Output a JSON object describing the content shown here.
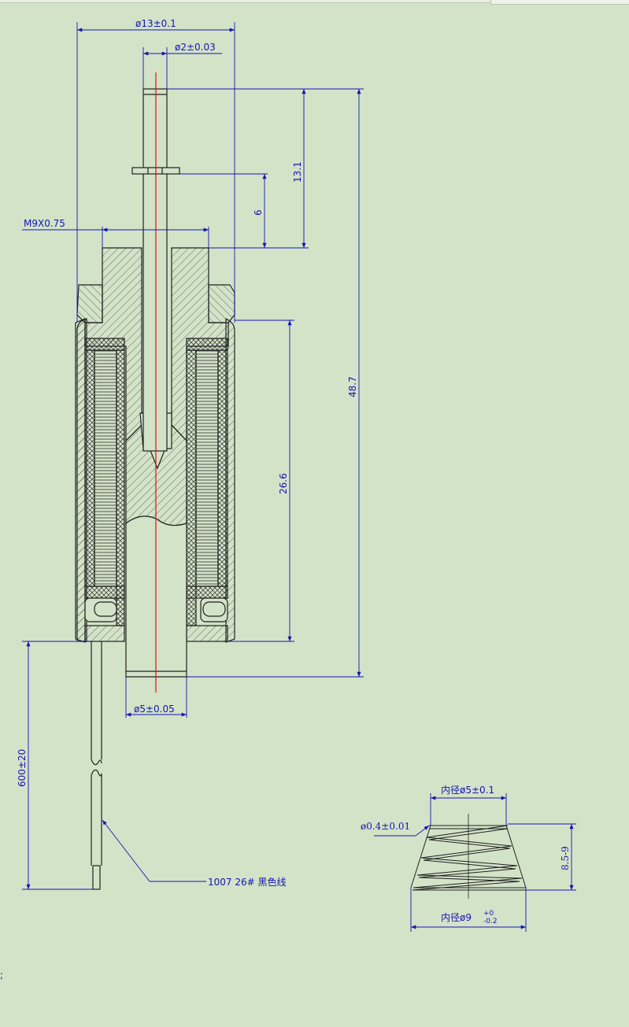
{
  "colors": {
    "background": "#d3e3c8",
    "outline": "#202020",
    "dimension": "#1414b4",
    "centerline": "#e01010",
    "part_fill": "#c8cfad"
  },
  "dimensions": {
    "outer_diameter": "ø13±0.1",
    "plunger_diameter": "ø2±0.03",
    "thread": "M9X0.75",
    "stroke_13": "13.1",
    "stroke_6": "6",
    "total_length": "48.7",
    "body_length": "26.6",
    "armature_diameter": "ø5±0.05",
    "lead_length": "600±20"
  },
  "lead_label": "1007 26# 黑色线",
  "spring": {
    "inner_top": "内径ø5±0.1",
    "wire": "ø0.4±0.01",
    "height": "8.5-9",
    "inner_bottom": "内径ø9",
    "tol_upper": "+0",
    "tol_lower": "-0.2"
  },
  "corner_mark": ";"
}
